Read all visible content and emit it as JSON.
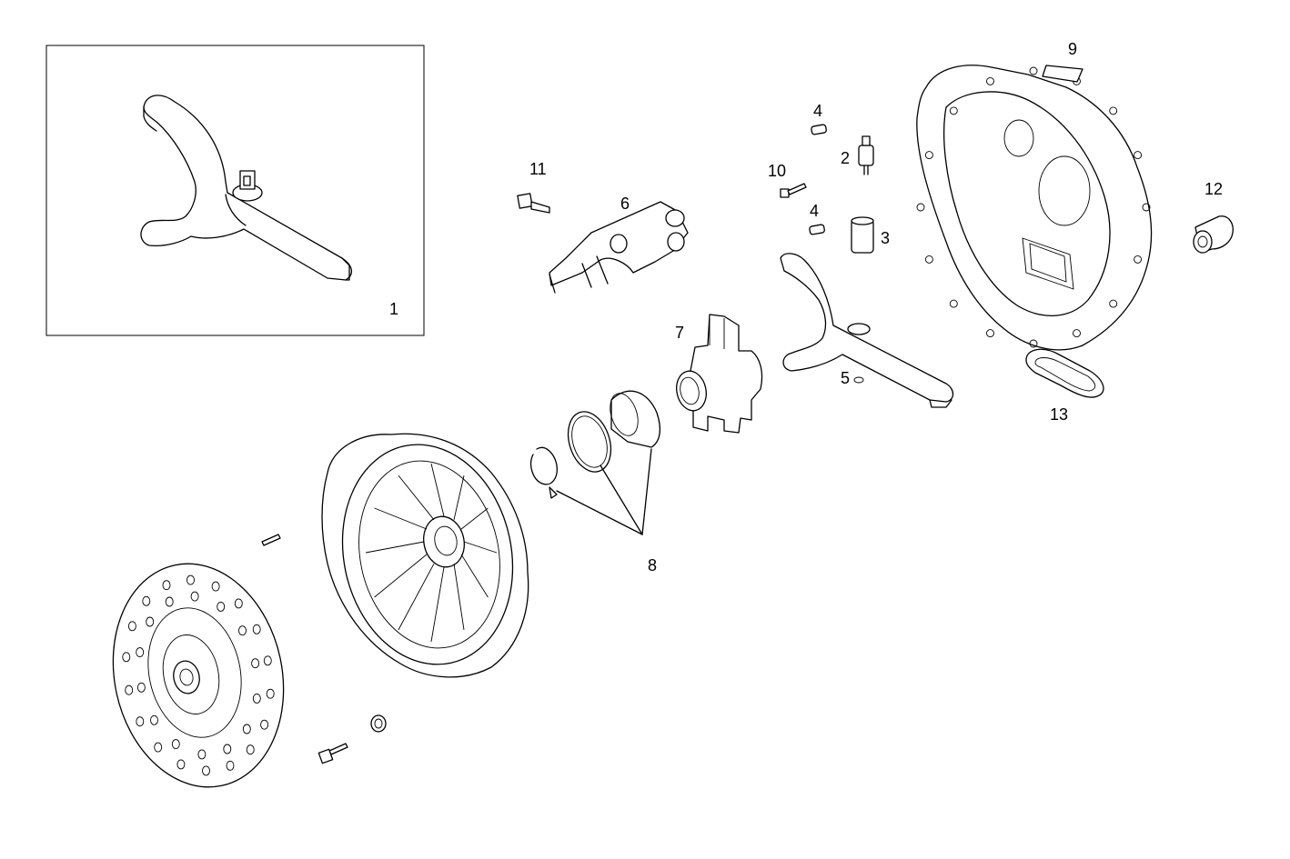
{
  "diagram": {
    "labels": {
      "p1": "1",
      "p2": "2",
      "p3": "3",
      "p4a": "4",
      "p4b": "4",
      "p5": "5",
      "p6": "6",
      "p7": "7",
      "p8": "8",
      "p9": "9",
      "p10": "10",
      "p11": "11",
      "p12": "12",
      "p13": "13"
    }
  }
}
